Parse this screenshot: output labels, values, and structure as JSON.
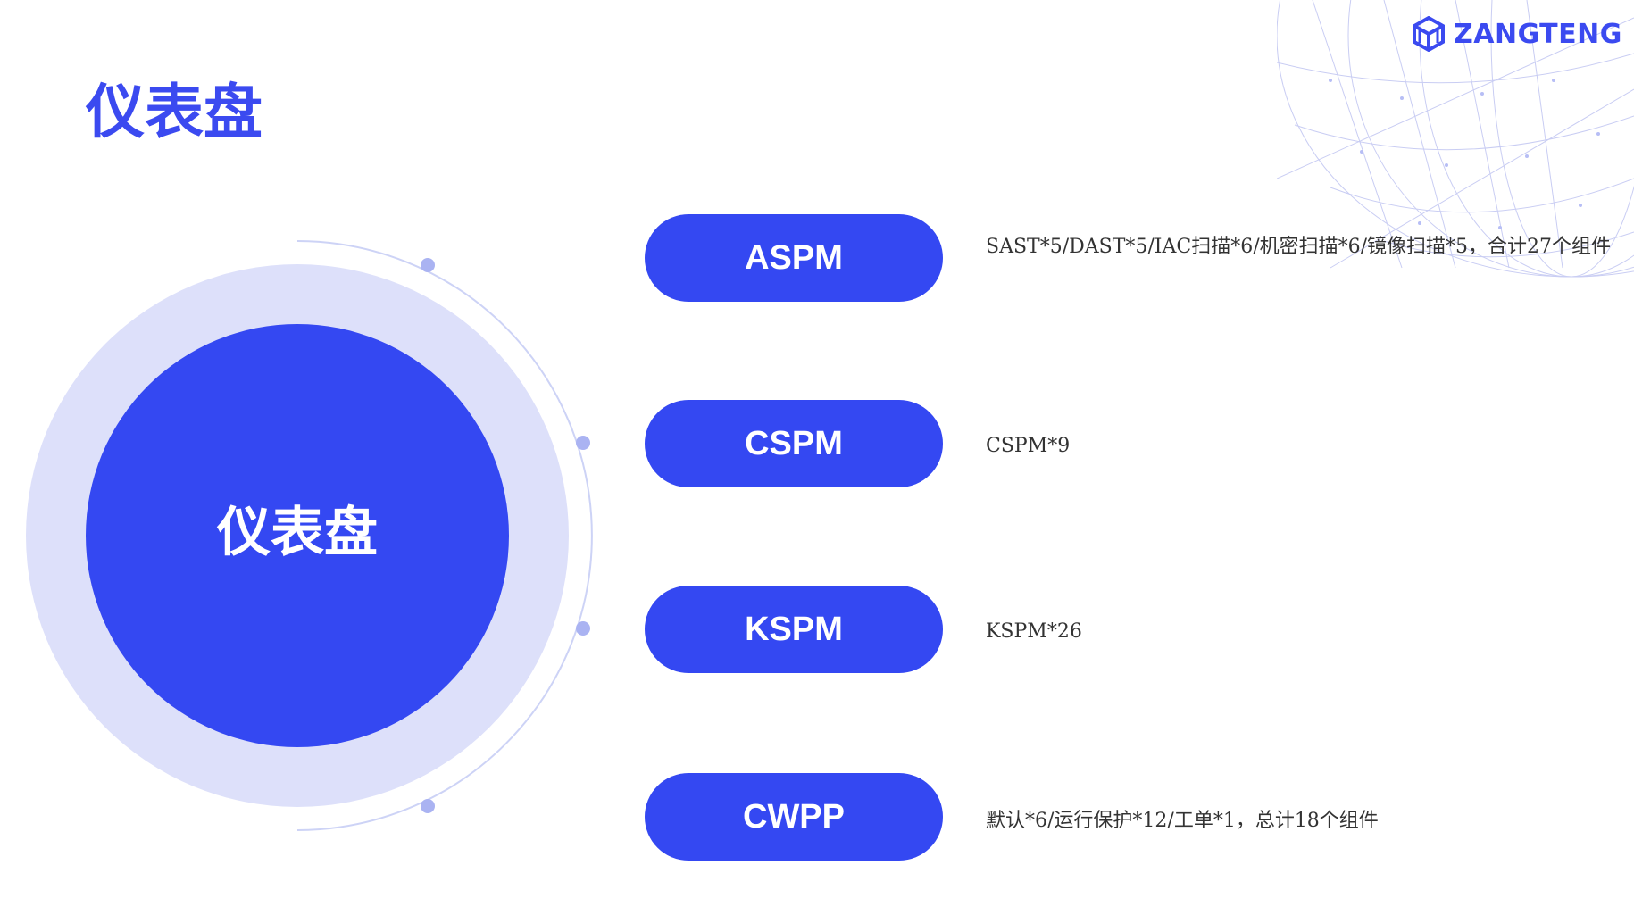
{
  "header": {
    "title": "仪表盘",
    "brand": "ZANGTENG"
  },
  "center": {
    "label": "仪表盘"
  },
  "items": [
    {
      "label": "ASPM",
      "description": "SAST*5/DAST*5/IAC扫描*6/机密扫描*6/镜像扫描*5，合计27个组件"
    },
    {
      "label": "CSPM",
      "description": "CSPM*9"
    },
    {
      "label": "KSPM",
      "description": "KSPM*26"
    },
    {
      "label": "CWPP",
      "description": "默认*6/运行保护*12/工单*1，总计18个组件"
    }
  ],
  "colors": {
    "accent": "#3448F2",
    "accent_light": "#DDE0FA",
    "dot": "#AAB3F2",
    "text": "#333333"
  }
}
